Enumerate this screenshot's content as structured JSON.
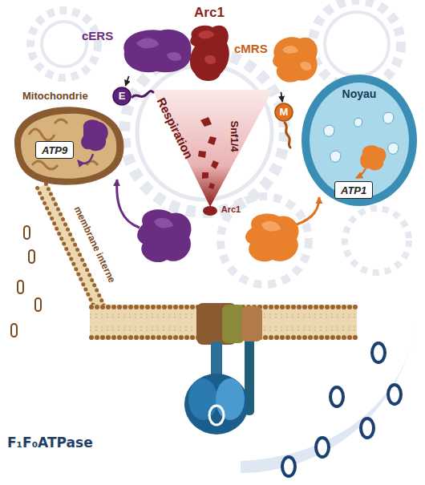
{
  "diagram": {
    "nodes": [
      {
        "text": [
          "Arc1"
        ]
      },
      {
        "text": [
          "cERS"
        ]
      },
      {
        "text": [
          "cMRS"
        ]
      },
      {
        "text": [
          "E"
        ]
      },
      {
        "text": [
          "M"
        ]
      },
      {
        "text": [
          "Mitochondrie"
        ]
      },
      {
        "text": [
          "ATP9"
        ],
        "in": 5
      },
      {
        "text": [
          "Noyau"
        ]
      },
      {
        "text": [
          "ATP1"
        ],
        "in": 7
      },
      {
        "text": [
          "F₁F₀ATPase"
        ]
      }
    ],
    "edges": [
      {
        "from": 1,
        "to": 3,
        "arrow": "to"
      },
      {
        "from": 2,
        "to": 4,
        "arrow": "to"
      }
    ],
    "labels": [
      "Respiration",
      "Snf1/4",
      "Arc1",
      "membrane interne"
    ]
  }
}
